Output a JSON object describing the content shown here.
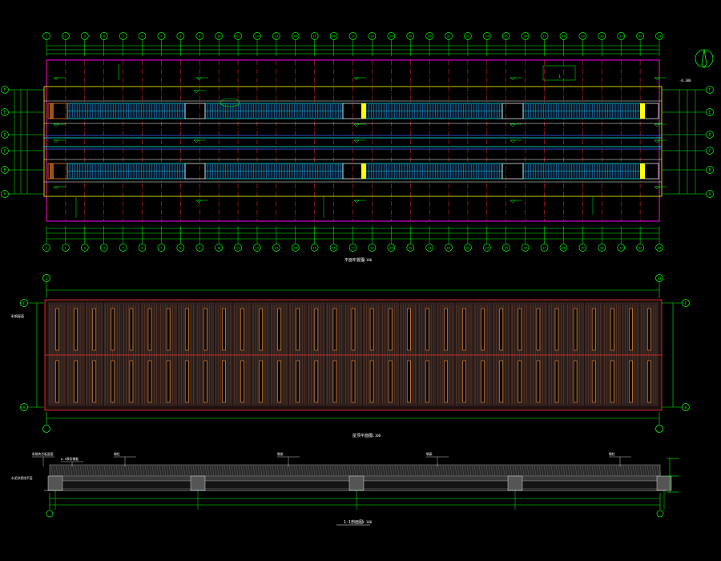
{
  "drawing": {
    "background": "#000000",
    "colors": {
      "green": "#00ff00",
      "magenta": "#ff00ff",
      "red": "#ff3030",
      "yellow": "#ffff00",
      "cyan": "#00ffff",
      "blue": "#4060ff",
      "white": "#ffffff",
      "orange": "#ff8c2a",
      "grey": "#8a8a8a",
      "brick": "#b0644a"
    }
  },
  "plan": {
    "grid_count": 33,
    "row_labels_left": [
      "F",
      "E",
      "D",
      "C",
      "B",
      "A"
    ],
    "row_labels_right": [
      "F",
      "E",
      "D",
      "C",
      "B",
      "A"
    ],
    "title": "平面布置图",
    "scale": "1:100",
    "north_symbol": "north-arrow",
    "section_marker": "1",
    "level_label": "-0.300"
  },
  "roof_plan": {
    "start_grid": "1",
    "end_grid": "33",
    "row_top": "F",
    "row_bottom": "A",
    "title": "屋顶平面图",
    "scale": "1:100",
    "side_note": "彩钢屋面"
  },
  "section": {
    "title": "1-1剖面图",
    "scale": "1:100",
    "callouts": [
      "彩钢夹芯板屋面",
      "0.5厚彩钢板",
      "钢柱",
      "钢梁",
      "钢梁",
      "钢柱"
    ],
    "left_label": "水泥砂浆找平层"
  }
}
